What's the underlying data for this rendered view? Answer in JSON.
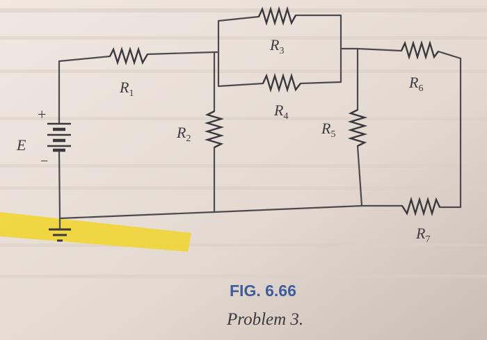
{
  "figure": {
    "caption": "FIG. 6.66",
    "problem": "Problem 3."
  },
  "source": {
    "label": "E",
    "plus_sign": "+",
    "minus_sign": "−"
  },
  "resistors": [
    {
      "name": "R",
      "sub": "1"
    },
    {
      "name": "R",
      "sub": "2"
    },
    {
      "name": "R",
      "sub": "3"
    },
    {
      "name": "R",
      "sub": "4"
    },
    {
      "name": "R",
      "sub": "5"
    },
    {
      "name": "R",
      "sub": "6"
    },
    {
      "name": "R",
      "sub": "7"
    }
  ],
  "colors": {
    "page": "#e6ddd5",
    "ink": "#3b383d",
    "caption_blue": "#3f5d9c",
    "highlight": "#f2d52a"
  }
}
